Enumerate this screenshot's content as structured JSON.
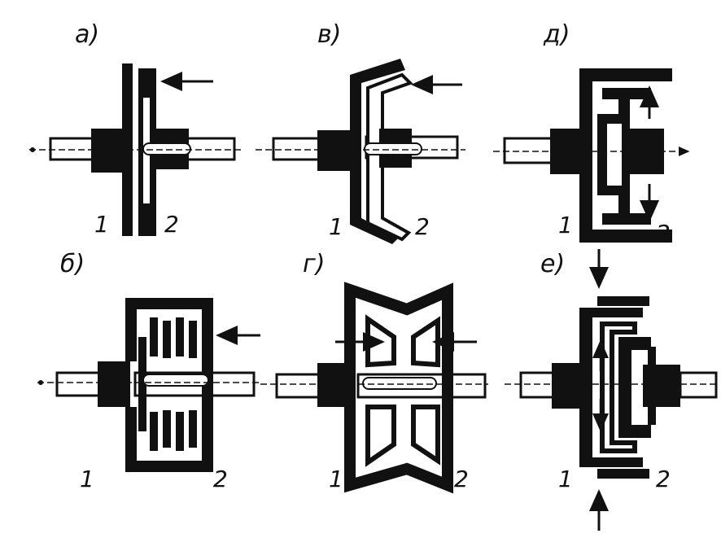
{
  "panels": [
    {
      "id": "a",
      "letter": "а)",
      "left": "1",
      "right": "2"
    },
    {
      "id": "v",
      "letter": "в)",
      "left": "1",
      "right": "2"
    },
    {
      "id": "d",
      "letter": "д)",
      "left": "1",
      "right": "2"
    },
    {
      "id": "b",
      "letter": "б)",
      "left": "1",
      "right": "2"
    },
    {
      "id": "g",
      "letter": "г)",
      "left": "1",
      "right": "2"
    },
    {
      "id": "e",
      "letter": "е)",
      "left": "1",
      "right": "2"
    }
  ],
  "colors": {
    "ink": "#111111",
    "paper": "#ffffff"
  }
}
